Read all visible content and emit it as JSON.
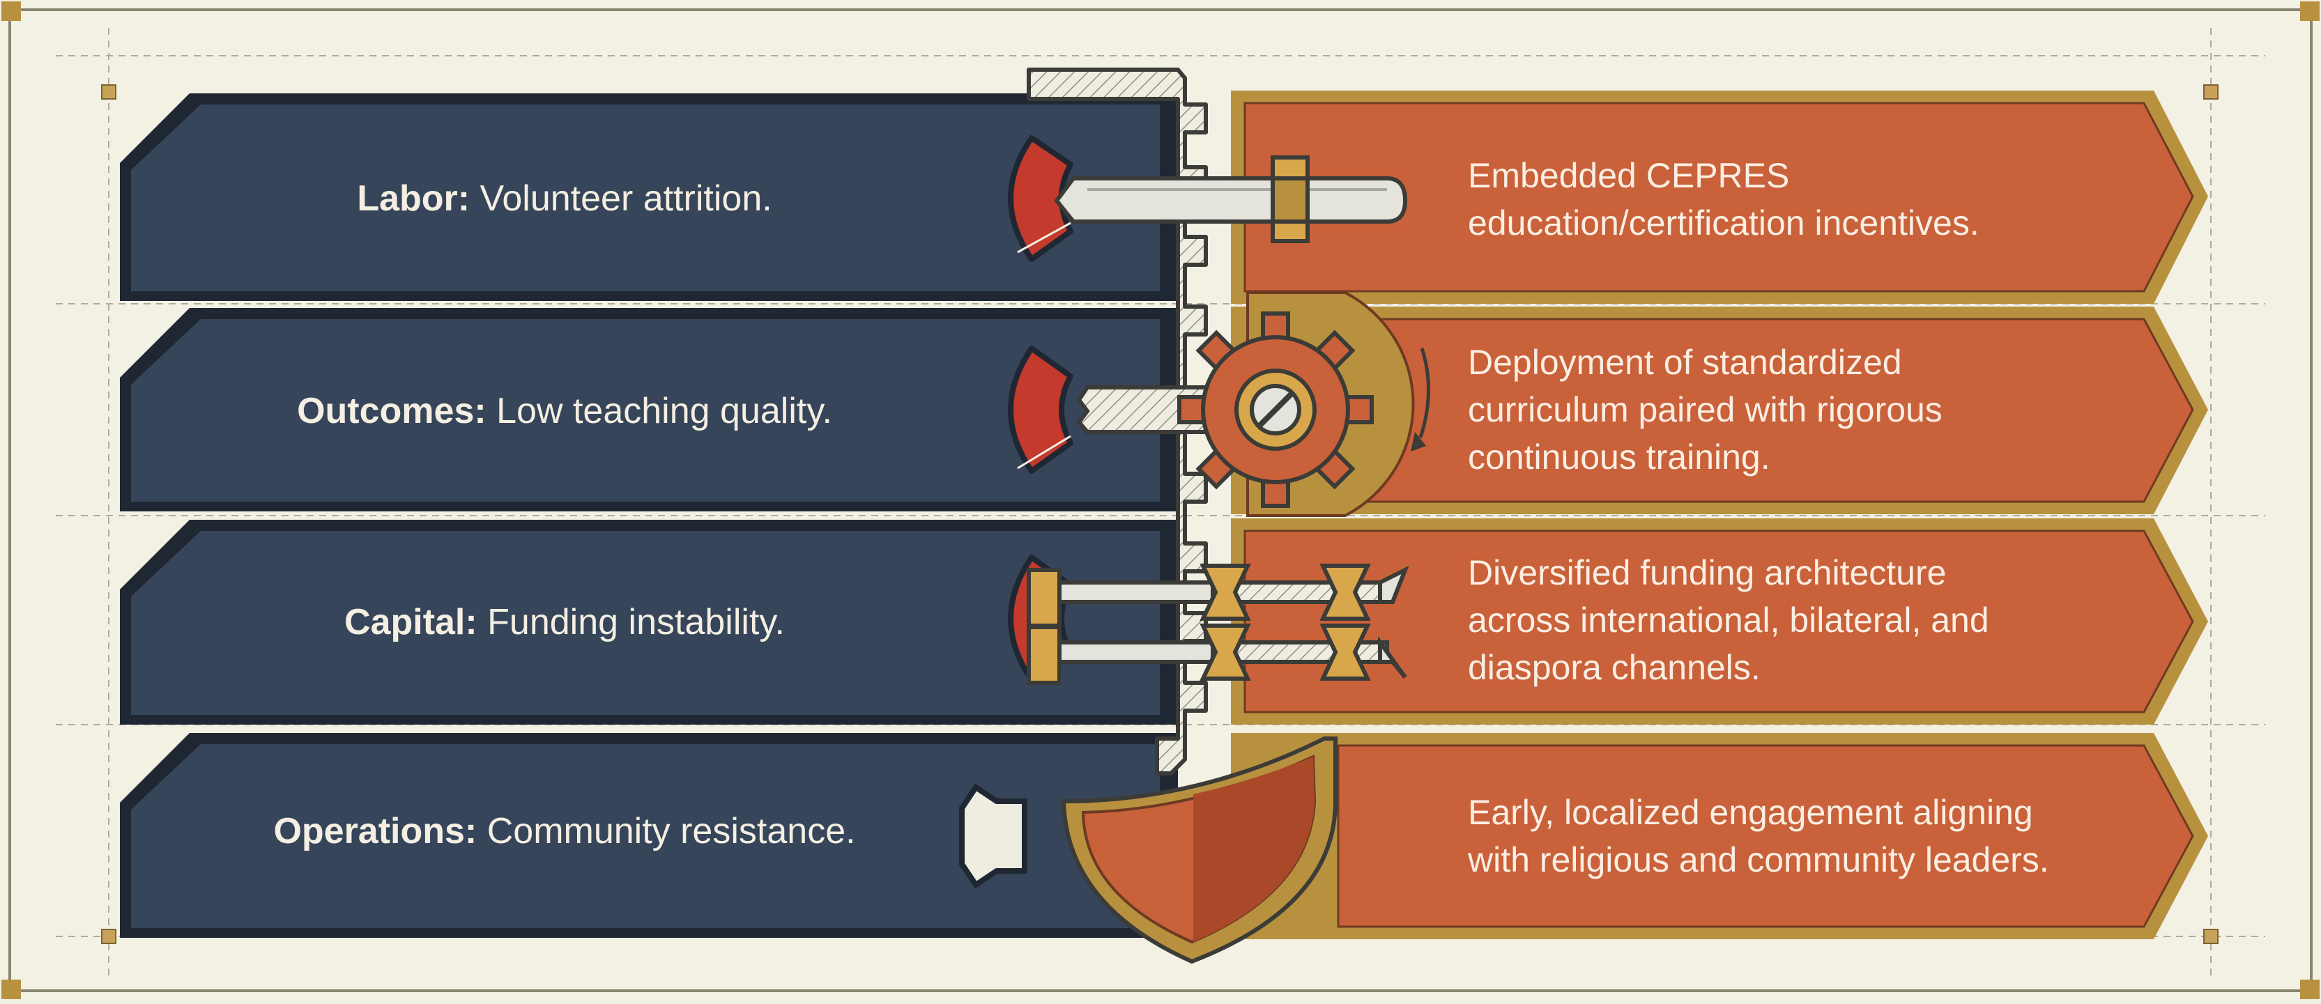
{
  "colors": {
    "background": "#f3f0e4",
    "navy_panel": "#37455a",
    "navy_dark": "#232c3a",
    "orange_panel": "#c9613a",
    "orange_dark": "#9e4327",
    "gold": "#b8913f",
    "red_accent": "#c43a2c",
    "steel": "#e4e3dc"
  },
  "rows": [
    {
      "category": "Labor:",
      "risk": "Volunteer attrition.",
      "solution": "Embedded CEPRES\neducation/certification incentives.",
      "mechanism_icon": "bolt-icon"
    },
    {
      "category": "Outcomes:",
      "risk": "Low teaching quality.",
      "solution": "Deployment of standardized\ncurriculum paired with rigorous\ncontinuous training.",
      "mechanism_icon": "gear-icon"
    },
    {
      "category": "Capital:",
      "risk": "Funding instability.",
      "solution": "Diversified funding architecture\nacross international, bilateral, and\ndiaspora channels.",
      "mechanism_icon": "double-bolt-icon"
    },
    {
      "category": "Operations:",
      "risk": "Community resistance.",
      "solution": "Early, localized engagement aligning\nwith religious and community leaders.",
      "mechanism_icon": "shield-icon"
    }
  ]
}
